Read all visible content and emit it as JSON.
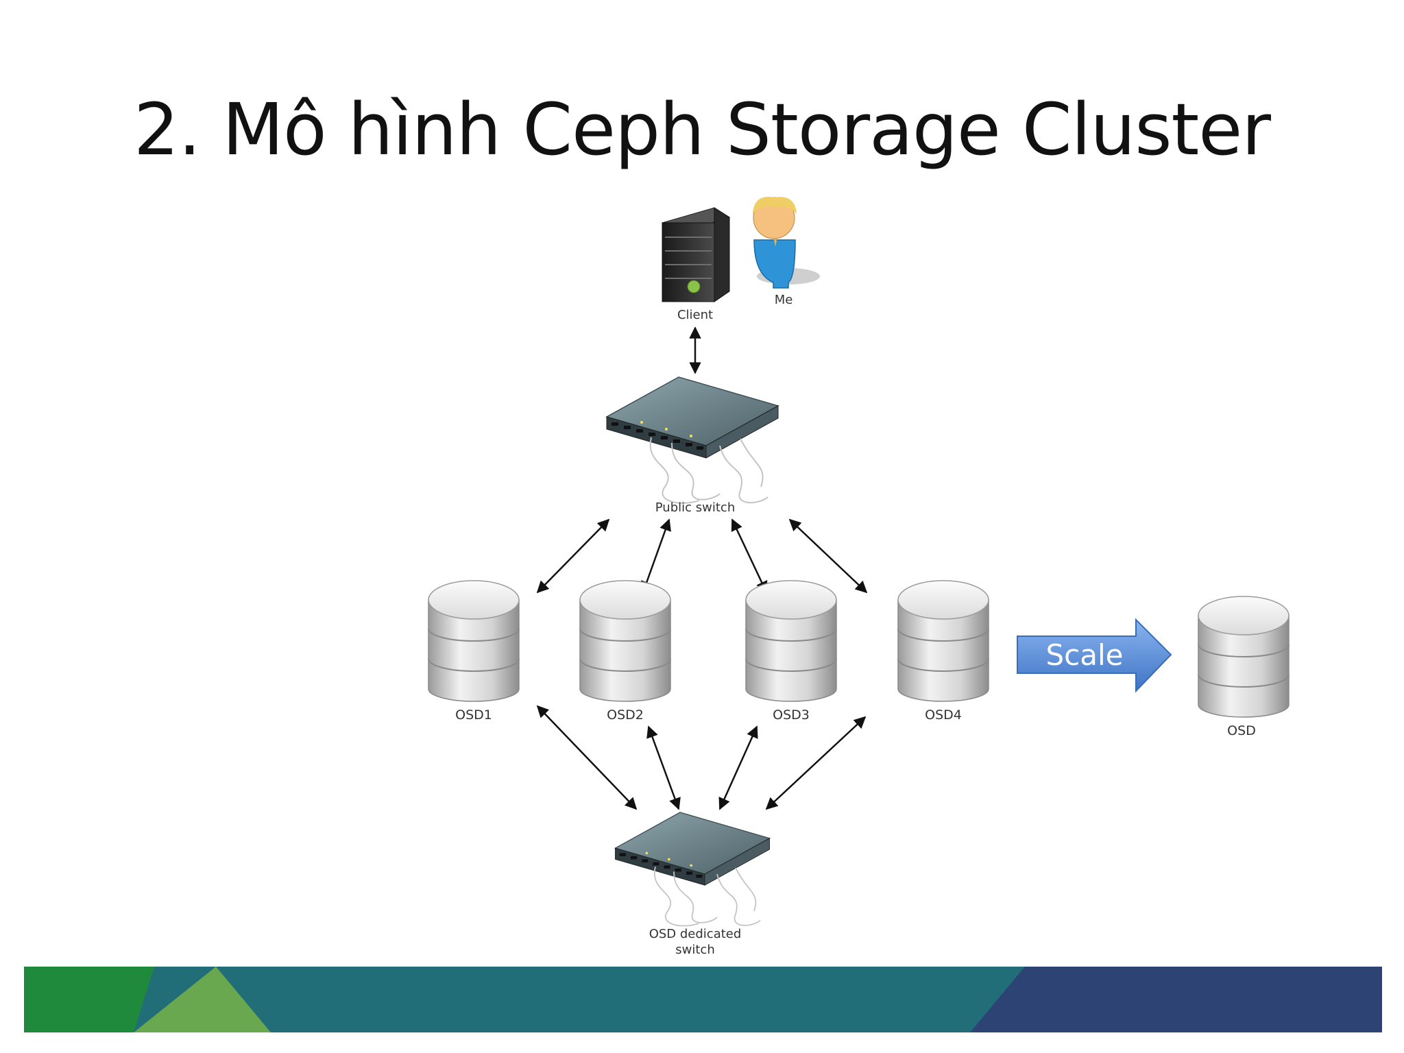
{
  "slide": {
    "title": "2. Mô hình Ceph Storage Cluster"
  },
  "diagram": {
    "client_label": "Client",
    "user_label": "Me",
    "public_switch_label": "Public switch",
    "osd_labels": [
      "OSD1",
      "OSD2",
      "OSD3",
      "OSD4"
    ],
    "scale_label": "Scale",
    "new_osd_label": "OSD",
    "dedicated_switch_label_line1": "OSD dedicated",
    "dedicated_switch_label_line2": "switch"
  },
  "colors": {
    "footer_green": "#1f8a3c",
    "footer_light_green": "#6aa84f",
    "footer_teal": "#216d78",
    "footer_navy": "#2d4373",
    "scale_arrow": "#5b8fd8"
  }
}
